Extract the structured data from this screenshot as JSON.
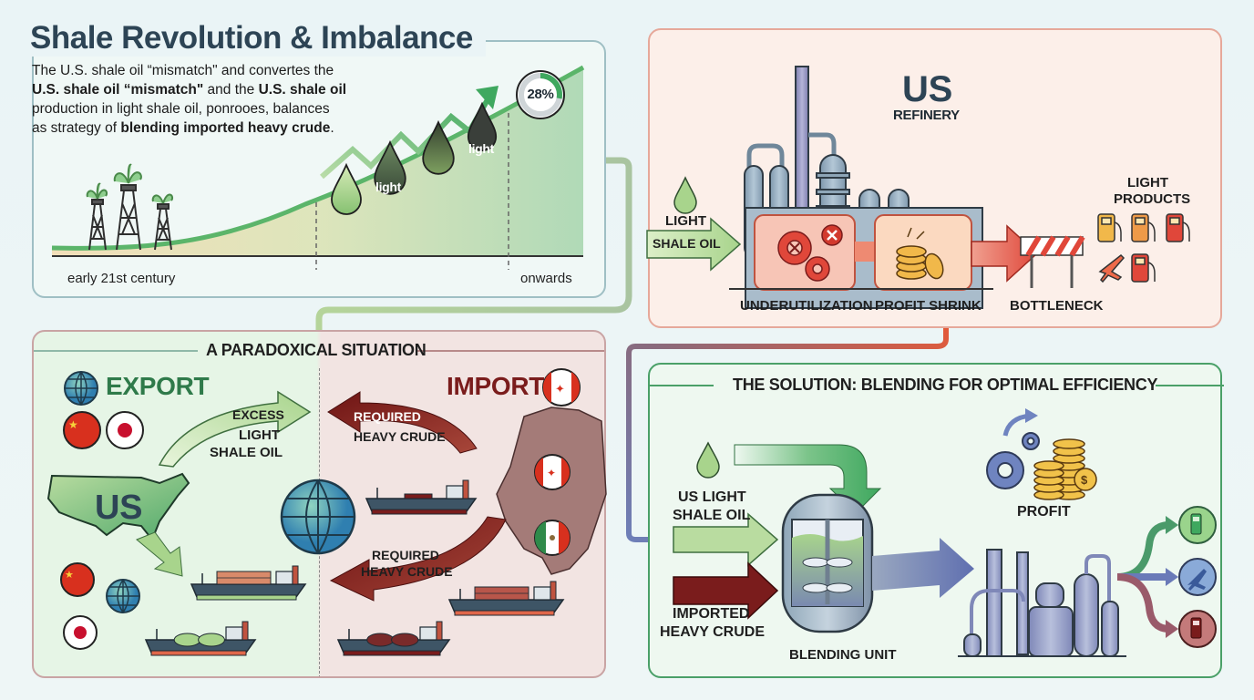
{
  "header": {
    "title": "Shale Revolution & Imbalance",
    "intro_lines": [
      {
        "parts": [
          {
            "t": "The U.S. shale oil “mismatch\" and convertes the",
            "b": false
          }
        ]
      },
      {
        "parts": [
          {
            "t": "U.S. shale oil “mismatch\"",
            "b": true
          },
          {
            "t": " and the ",
            "b": false
          },
          {
            "t": "U.S. shale oil",
            "b": true
          }
        ]
      },
      {
        "parts": [
          {
            "t": "production in light shale oil, ponrooes, balances",
            "b": false
          }
        ]
      },
      {
        "parts": [
          {
            "t": "as strategy of ",
            "b": false
          },
          {
            "t": "blending imported heavy crude",
            "b": true
          },
          {
            "t": ".",
            "b": false
          }
        ]
      }
    ]
  },
  "growth_panel": {
    "badge_percent": "28%",
    "badge_fraction": 0.28,
    "drop_labels": [
      "",
      "light",
      "",
      "light"
    ],
    "axis_start": "early 21st century",
    "axis_end": "onwards"
  },
  "refinery_panel": {
    "title": "US",
    "subtitle": "REFINERY",
    "input_label_1": "LIGHT",
    "input_label_2": "SHALE OIL",
    "issues": [
      "UNDERUTILIZATION",
      "PROFIT SHRINK",
      "BOTTLENECK"
    ],
    "products_title_1": "LIGHT",
    "products_title_2": "PRODUCTS"
  },
  "paradox_panel": {
    "title": "A PARADOXICAL SITUATION",
    "export_label": "EXPORT",
    "import_label": "IMPORT",
    "export_arrow": [
      "EXCESS",
      "LIGHT",
      "SHALE OIL"
    ],
    "import_arrow_top": [
      "REQUIRED",
      "HEAVY CRUDE"
    ],
    "import_arrow_bottom": [
      "REQUIRED",
      "HEAVY CRUDE"
    ],
    "us_label": "US",
    "export_partners": [
      "China",
      "Japan"
    ],
    "import_partners": [
      "Canada",
      "Mexico"
    ]
  },
  "solution_panel": {
    "title": "THE SOLUTION: BLENDING FOR OPTIMAL EFFICIENCY",
    "input_light": [
      "US LIGHT",
      "SHALE OIL"
    ],
    "input_heavy": [
      "IMPORTED",
      "HEAVY CRUDE"
    ],
    "unit_label": "BLENDING UNIT",
    "profit_label": "PROFIT",
    "outputs": [
      "fuel-pump",
      "airplane",
      "fuel-pump"
    ]
  },
  "colors": {
    "green": "#3fa85f",
    "light_green": "#a8d48c",
    "heavy_red": "#7a1c1c",
    "refinery_steel": "#8ea6b8",
    "warning_red": "#e0473a",
    "title_navy": "#2d4455"
  }
}
